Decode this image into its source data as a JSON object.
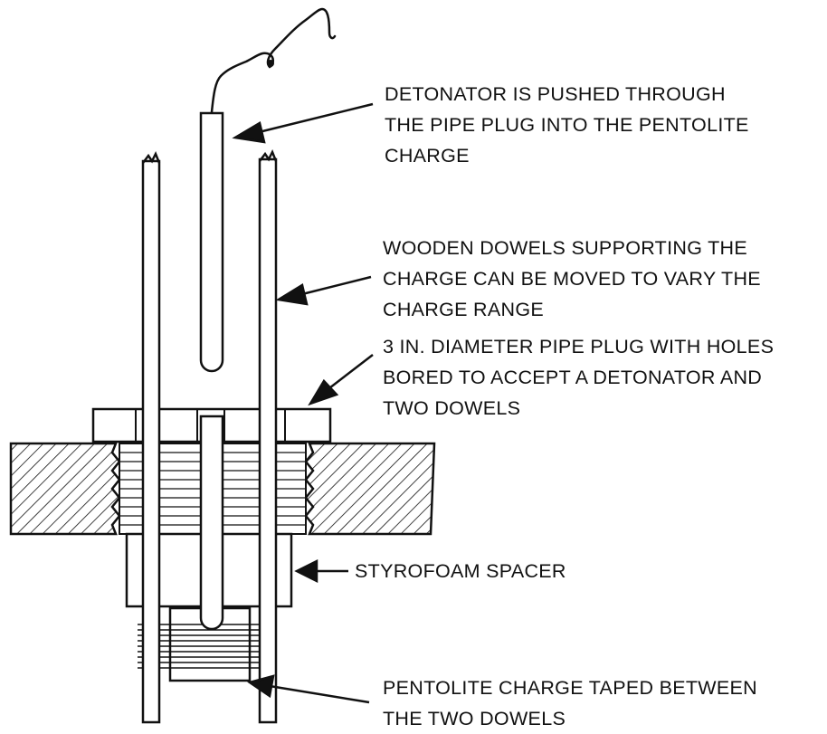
{
  "diagram": {
    "labels": {
      "detonator": {
        "lines": [
          "DETONATOR IS PUSHED THROUGH",
          "THE PIPE PLUG INTO THE PENTOLITE",
          "CHARGE"
        ]
      },
      "dowels": {
        "lines": [
          "WOODEN DOWELS SUPPORTING THE",
          "CHARGE CAN BE MOVED TO VARY THE",
          "CHARGE RANGE"
        ]
      },
      "pipe_plug": {
        "lines": [
          "3 IN. DIAMETER PIPE PLUG WITH HOLES",
          "BORED TO ACCEPT A DETONATOR AND",
          "TWO DOWELS"
        ]
      },
      "spacer": {
        "lines": [
          "STYROFOAM SPACER"
        ]
      },
      "charge": {
        "lines": [
          "PENTOLITE CHARGE TAPED BETWEEN",
          "THE TWO DOWELS"
        ]
      }
    },
    "colors": {
      "ink": "#111111",
      "background": "#ffffff"
    }
  }
}
